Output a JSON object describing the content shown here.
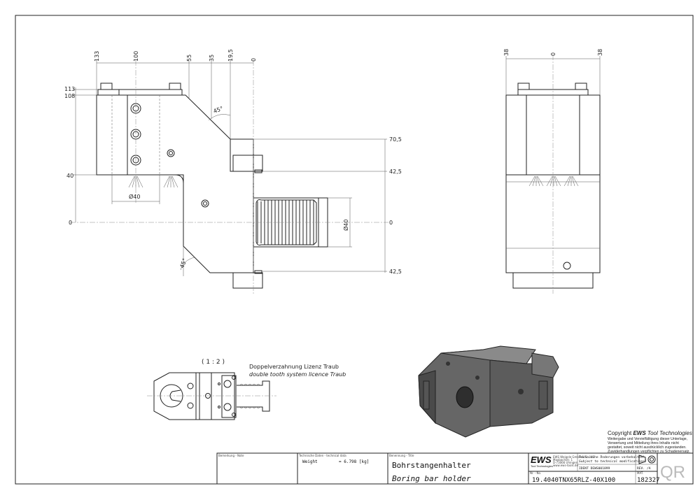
{
  "front_view": {
    "top_dims": [
      "133",
      "100",
      "55",
      "35",
      "19,5",
      "0"
    ],
    "left_dims": [
      "113",
      "108",
      "40",
      "0"
    ],
    "right_dims": [
      "70,5",
      "42,5",
      "0",
      "42,5"
    ],
    "angle_top": "45°",
    "angle_bottom": "45°",
    "bore_dim": "Ø40",
    "shank_dim": "Ø40"
  },
  "side_view": {
    "top_dims": [
      "38",
      "0",
      "38"
    ]
  },
  "detail_view": {
    "scale": "( 1 : 2 )",
    "note_de": "Doppelverzahnung Lizenz Traub",
    "note_en": "double tooth system licence Traub"
  },
  "copyright": {
    "title_prefix": "Copyright ",
    "brand": "EWS",
    "title_suffix": " Tool Technologies",
    "lines": [
      "Weitergabe und Vervielfältigung dieser Unterlage,",
      "Verwertung und Mitteilung ihres Inhalts nicht",
      "gestattet, soweit nicht ausdrücklich zugestanden.",
      "Zuwiderhandlungen verpflichten zu Schadenersatz."
    ]
  },
  "title_block": {
    "note_label": "Bemerkung - Note",
    "tech_label": "Technische Daten - technical data",
    "weight_label": "Weight",
    "weight_value": "= 6.798 [kg]",
    "title_label": "Benennung - Title",
    "title_de": "Bohrstangenhalter",
    "title_en": "Boring bar holder",
    "logo_text": "EWS",
    "logo_sub": "Tool Technologies",
    "company_lines": [
      "EWS Weigele GmbH & Co. KG",
      "Maybachstr. 1",
      "D-73066 Uhingen",
      "www.ews-tools.de"
    ],
    "changes_de": "Technische Änderungen vorbehalten!",
    "changes_en": "Subject to technical modifications!",
    "ident": "IDENT  DEWS001899",
    "rev_label": "REV.",
    "rev_value": "/A",
    "number_label": "Nr. - No.",
    "part_number": "19.4040TNX65RLZ-40X100",
    "id_label": "MAT.",
    "id_value": "182327",
    "qr": "QR"
  }
}
